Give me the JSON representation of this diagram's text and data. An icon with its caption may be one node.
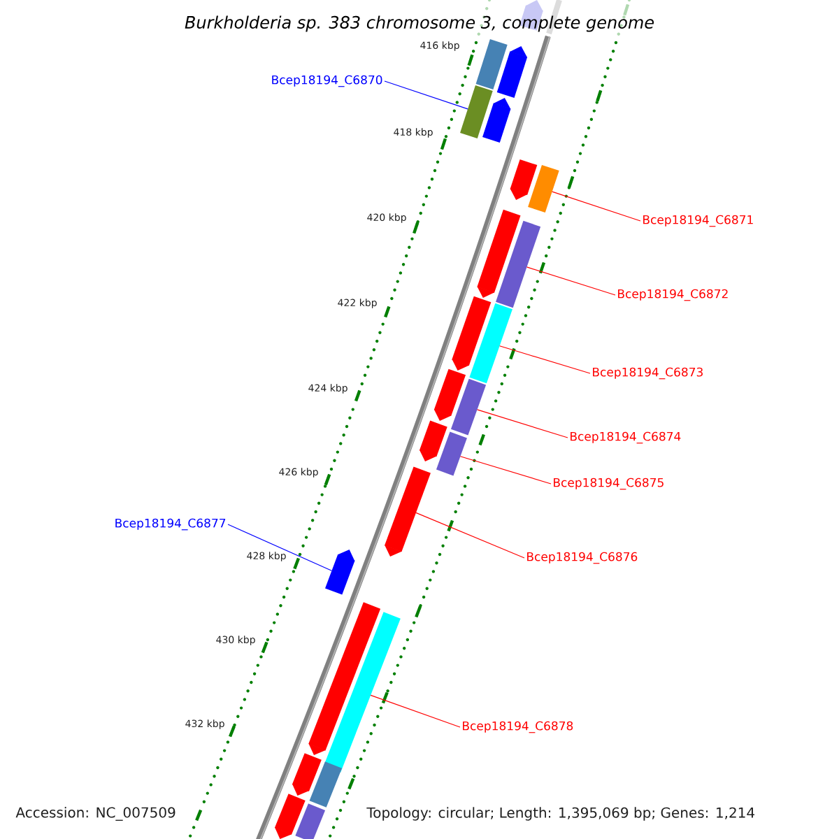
{
  "diagram": {
    "title": "Burkholderia sp. 383 chromosome 3, complete genome",
    "nodes": [
      {
        "text": [
          "Bcep18194_C6870"
        ]
      },
      {
        "text": [
          "Bcep18194_C6871"
        ]
      },
      {
        "text": [
          "Bcep18194_C6872"
        ]
      },
      {
        "text": [
          "Bcep18194_C6873"
        ]
      },
      {
        "text": [
          "Bcep18194_C6874"
        ]
      },
      {
        "text": [
          "Bcep18194_C6875"
        ]
      },
      {
        "text": [
          "Bcep18194_C6877"
        ]
      },
      {
        "text": [
          "Bcep18194_C6876"
        ]
      },
      {
        "text": [
          "Bcep18194_C6878"
        ]
      },
      {
        "text": [],
        "shape": "bar"
      },
      {
        "text": [],
        "shape": "bar"
      },
      {
        "text": [],
        "shape": "bar"
      },
      {
        "text": [],
        "shape": "bar"
      },
      {
        "text": [],
        "shape": "bar"
      },
      {
        "text": [],
        "shape": "bar"
      },
      {
        "text": [],
        "shape": "bar"
      },
      {
        "text": [],
        "shape": "bar"
      },
      {
        "text": [],
        "shape": "bar"
      },
      {
        "text": [],
        "shape": "bar"
      },
      {
        "text": [],
        "shape": "bar"
      },
      {
        "text": [],
        "shape": "bar"
      },
      {
        "text": [],
        "shape": "bar"
      },
      {
        "text": [],
        "shape": "bar"
      },
      {
        "text": [],
        "shape": "bar"
      },
      {
        "text": [],
        "shape": "bar"
      },
      {
        "text": [],
        "shape": "bar"
      },
      {
        "text": [],
        "shape": "bar"
      },
      {
        "text": [],
        "shape": "bar"
      },
      {
        "text": [],
        "shape": "bar"
      },
      {
        "text": [],
        "shape": "bar"
      },
      {
        "text": [],
        "shape": "bar"
      },
      {
        "text": [],
        "shape": "bar"
      }
    ],
    "edges": [
      {
        "from": 0,
        "to": 12,
        "arrow": "none",
        "color": "#0000ff"
      },
      {
        "from": 1,
        "to": 15,
        "arrow": "none"
      },
      {
        "from": 2,
        "to": 17,
        "arrow": "none"
      },
      {
        "from": 3,
        "to": 19,
        "arrow": "none"
      },
      {
        "from": 4,
        "to": 21,
        "arrow": "none"
      },
      {
        "from": 5,
        "to": 23,
        "arrow": "none"
      },
      {
        "from": 6,
        "to": 25,
        "arrow": "none",
        "color": "#0000ff"
      },
      {
        "from": 7,
        "to": 24,
        "arrow": "none"
      },
      {
        "from": 8,
        "to": 27,
        "arrow": "none"
      }
    ],
    "labels": [
      "416 kbp",
      "418 kbp",
      "420 kbp",
      "422 kbp",
      "424 kbp",
      "426 kbp",
      "428 kbp",
      "430 kbp",
      "432 kbp",
      "Accession: NC_007509",
      "Topology: circular; Length: 1,395,069 bp; Genes: 1,214"
    ]
  }
}
